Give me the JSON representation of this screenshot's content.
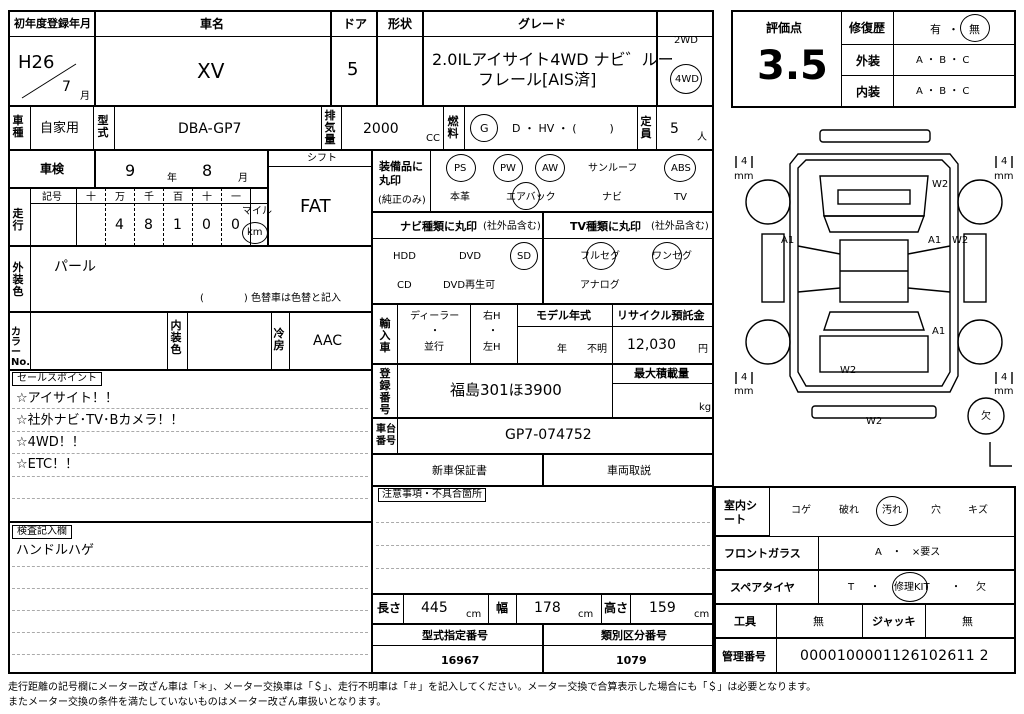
{
  "header": {
    "first_reg_label": "初年度登録年月",
    "first_reg_era": "H26",
    "first_reg_month": "7",
    "month_unit": "月",
    "car_name_label": "車名",
    "car_name": "XV",
    "doors_label": "ドア",
    "doors": "5",
    "shape_label": "形状",
    "grade_label": "グレード",
    "grade_line1": "2.0ILアイサイト4WD ナビ゛ルー",
    "grade_line2": "フレール[AIS済]",
    "drive_2wd": "2WD",
    "drive_4wd": "4WD"
  },
  "evaluation": {
    "score_label": "評価点",
    "score": "3.5",
    "repair_label": "修復歴",
    "repair_yes": "有",
    "repair_dot": "・",
    "repair_no": "無",
    "exterior_label": "外装",
    "interior_label": "内装",
    "grades": "A ・ B ・ C"
  },
  "row2": {
    "use_label": "車種",
    "use": "自家用",
    "model_label": "型式",
    "model": "DBA-GP7",
    "displacement_label": "排気量",
    "displacement": "2000",
    "cc": "CC",
    "fuel_label": "燃料",
    "fuel_g": "G",
    "fuel_others": "D ・ HV ・ (　　　)",
    "capacity_label": "定員",
    "capacity": "5",
    "person_unit": "人"
  },
  "inspection": {
    "label": "車検",
    "year": "9",
    "year_unit": "年",
    "month": "8",
    "month_unit": "月",
    "shift_label": "シフト",
    "shift": "FAT"
  },
  "mileage": {
    "label": "走行",
    "symbol_label": "記号",
    "place_labels": [
      "十",
      "万",
      "千",
      "百",
      "十",
      "一"
    ],
    "digits": [
      "",
      "4",
      "8",
      "1",
      "0",
      "0"
    ],
    "mile_label": "マイル",
    "km_label": "km"
  },
  "color": {
    "label": "外装色",
    "value": "パール",
    "note": "(　　　　) 色替車は色替と記入",
    "color_no_label": "カラーNo.",
    "interior_color_label": "内装色",
    "aircon_label": "冷房",
    "aircon": "AAC"
  },
  "equipment": {
    "label": "装備品に丸印",
    "sub": "(純正のみ)",
    "items_row1": [
      "PS",
      "PW",
      "AW",
      "サンルーフ",
      "ABS"
    ],
    "items_row2": [
      "本革",
      "エアバック",
      "ナビ",
      "TV"
    ],
    "navi_label": "ナビ種類に丸印",
    "navi_sub": "(社外品含む)",
    "navi_items": [
      "HDD",
      "DVD",
      "SD",
      "CD",
      "DVD再生可"
    ],
    "tv_label": "TV種類に丸印",
    "tv_sub": "(社外品含む)",
    "tv_items": [
      "フルセグ",
      "ワンセグ",
      "アナログ"
    ]
  },
  "import": {
    "label": "輸入車",
    "dealer": "ディーラー",
    "dot": "・",
    "parallel": "並行",
    "rh": "右H",
    "lh": "左H",
    "model_year_label": "モデル年式",
    "model_year_unit": "年",
    "model_year_value": "不明",
    "recycle_label": "リサイクル預託金",
    "recycle": "12,030",
    "yen": "円"
  },
  "registration": {
    "label": "登録番号",
    "value": "福島301ほ3900",
    "max_load_label": "最大積載量",
    "kg": "kg",
    "chassis_label": "車台番号",
    "chassis": "GP7-074752",
    "warranty": "新車保証書",
    "manual": "車両取説",
    "notes_label": "注意事項・不具合箇所"
  },
  "sales": {
    "label": "セールスポイント",
    "points": [
      "☆アイサイト！！",
      "☆社外ナビ･TV･Bカメラ！！",
      "☆4WD！！",
      "☆ETC！！"
    ],
    "inspector_label": "検査記入欄",
    "inspector_note": "ハンドルハゲ"
  },
  "dimensions": {
    "length_label": "長さ",
    "length": "445",
    "width_label": "幅",
    "width": "178",
    "height_label": "高さ",
    "height": "159",
    "cm": "cm",
    "type_no_label": "型式指定番号",
    "type_no": "16967",
    "class_no_label": "類別区分番号",
    "class_no": "1079"
  },
  "condition": {
    "seat_label": "室内シート",
    "seat_items": [
      "コゲ",
      "破れ",
      "汚れ",
      "穴",
      "キズ"
    ],
    "glass_label": "フロントガラス",
    "glass_value": "A　・　×要ス",
    "spare_label": "スペアタイヤ",
    "spare_t": "T",
    "spare_dot": "・",
    "spare_kit": "修理KIT",
    "spare_none": "欠",
    "tools_label": "工具",
    "tools": "無",
    "jack_label": "ジャッキ",
    "jack": "無",
    "mgmt_label": "管理番号",
    "mgmt_no": "0000100001126102611 2"
  },
  "diagram": {
    "tire_depth": "4",
    "mm": "mm",
    "marks": [
      "W2",
      "A1",
      "A1",
      "W2",
      "A1",
      "W2",
      "W2"
    ],
    "missing": "欠"
  },
  "footer": {
    "line1": "走行距離の記号欄にメーター改ざん車は「＊」、メーター交換車は「＄」、走行不明車は「＃」を記入してください。メーター交換で合算表示した場合にも「＄」は必要となります。",
    "line2": "またメーター交換の条件を満たしていないものはメーター改ざん車扱いとなります。"
  }
}
